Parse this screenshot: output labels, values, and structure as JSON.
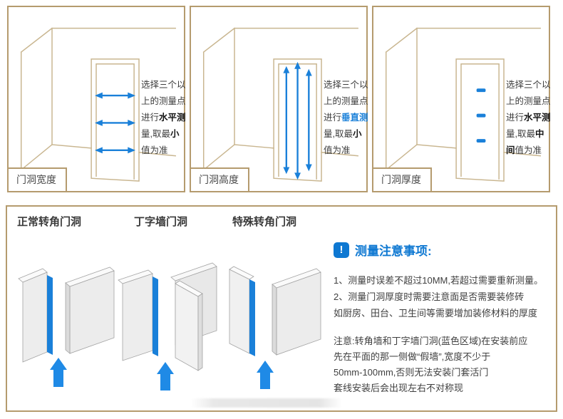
{
  "colors": {
    "accent": "#1a80d9",
    "panel_border": "#b59b6e",
    "sketch_line": "#c9b690",
    "title_blue": "#0e78d2"
  },
  "top_panels": [
    {
      "label": "门洞宽度",
      "note": [
        {
          "t": "选择三个以\n上的测量点\n进行"
        },
        {
          "t": "水平测",
          "b": true
        },
        {
          "t": "\n量,取最"
        },
        {
          "t": "小",
          "b": true
        },
        {
          "t": "\n值为准"
        }
      ]
    },
    {
      "label": "门洞高度",
      "note": [
        {
          "t": "选择三个以\n上的测量点\n进行"
        },
        {
          "t": "垂直测",
          "b": true,
          "c": "accent"
        },
        {
          "t": "\n量,取最"
        },
        {
          "t": "小",
          "b": true
        },
        {
          "t": "\n值为准"
        }
      ]
    },
    {
      "label": "门洞厚度",
      "note": [
        {
          "t": "选择三个以\n上的测量点\n进行"
        },
        {
          "t": "水平测",
          "b": true
        },
        {
          "t": "\n量,取最"
        },
        {
          "t": "中\n间",
          "b": true
        },
        {
          "t": "值为准"
        }
      ]
    }
  ],
  "bottom_panel": {
    "headings": [
      "正常转角门洞",
      "丁字墙门洞",
      "特殊转角门洞"
    ],
    "notice": {
      "icon": "!",
      "title": "测量注意事项:",
      "items": [
        "1、测量时误差不超过10MM,若超过需要重新测量。",
        "2、测量门洞厚度时需要注意面是否需要装修砖",
        "如厨房、田台、卫生间等需要增加装修材料的厚度"
      ],
      "warning": "注意:转角墙和丁字墙门洞(蓝色区域)在安装前应\n先在平面的那一侧做“假墙”,宽度不少于\n50mm-100mm,否则无法安装门套活门\n套线安装后会出现左右不对称现"
    }
  }
}
